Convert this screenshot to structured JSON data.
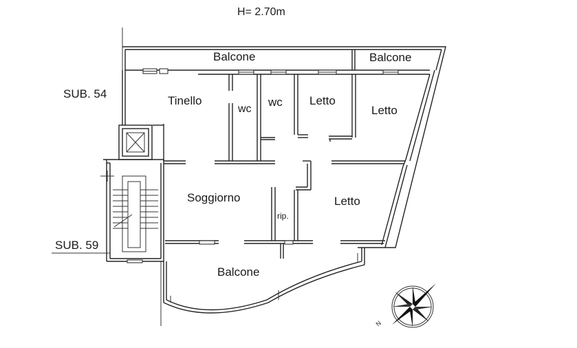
{
  "header": {
    "height_label": "H= 2.70m"
  },
  "subunits": {
    "sub54": "SUB. 54",
    "sub59": "SUB. 59"
  },
  "rooms": {
    "balcone_top": "Balcone",
    "balcone_top_right": "Balcone",
    "tinello": "Tinello",
    "wc1": "wc",
    "wc2": "wc",
    "letto1": "Letto",
    "letto2": "Letto",
    "soggiorno": "Soggiorno",
    "rip": "rip.",
    "letto3": "Letto",
    "balcone_bottom": "Balcone"
  },
  "compass": {
    "north_letter": "N"
  },
  "colors": {
    "line": "#222222",
    "background": "#ffffff"
  }
}
